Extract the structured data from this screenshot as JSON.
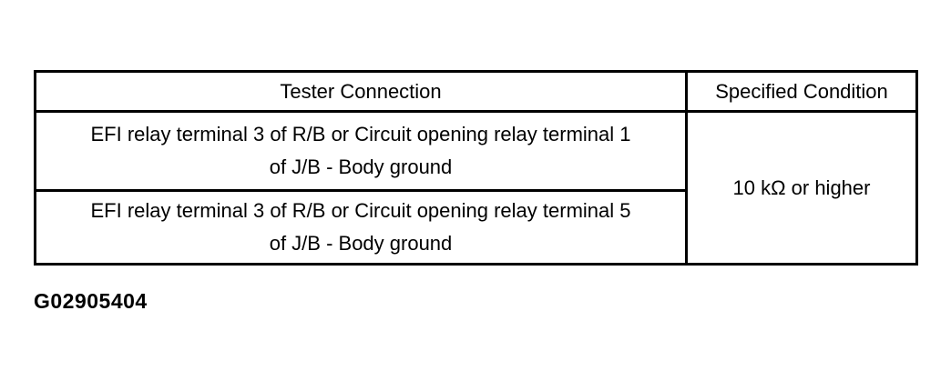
{
  "table": {
    "headers": [
      {
        "label": "Tester Connection"
      },
      {
        "label": "Specified Condition"
      }
    ],
    "rows": [
      {
        "connection_lines": [
          "EFI relay terminal 3 of R/B or Circuit opening relay terminal 1",
          "of J/B - Body ground"
        ]
      },
      {
        "connection_lines": [
          "EFI relay terminal 3 of R/B or Circuit opening relay terminal 5",
          "of J/B - Body ground"
        ]
      }
    ],
    "specified_condition": "10 kΩ or higher"
  },
  "caption": "G02905404"
}
